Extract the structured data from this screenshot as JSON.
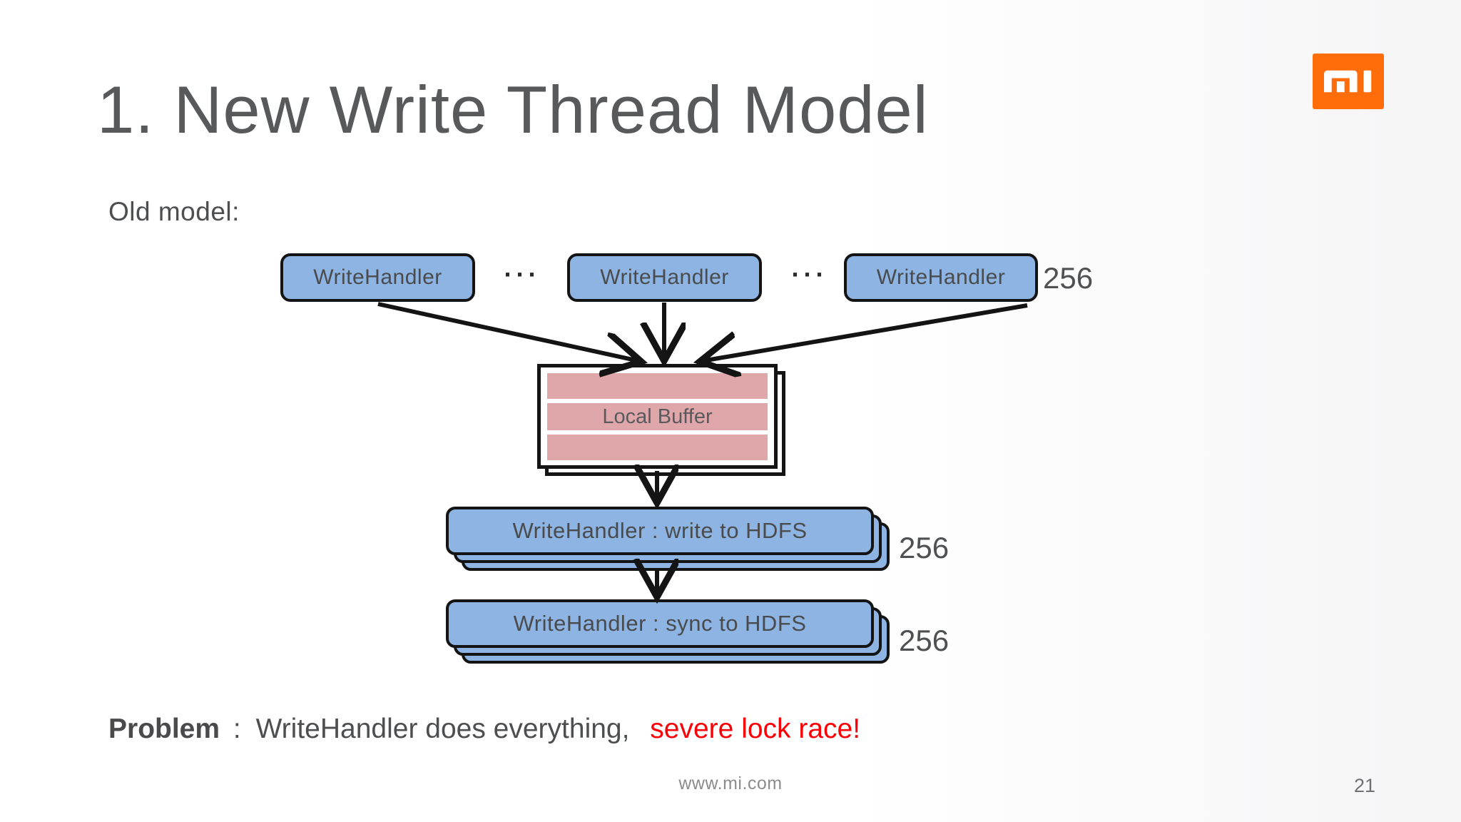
{
  "slide": {
    "title": "1. New Write Thread Model",
    "old_model_label": "Old model:"
  },
  "diagram": {
    "ellipsis": "···",
    "top_handlers": [
      {
        "label": "WriteHandler"
      },
      {
        "label": "WriteHandler"
      },
      {
        "label": "WriteHandler"
      }
    ],
    "top_count": "256",
    "buffer": {
      "label": "Local Buffer"
    },
    "write_stack": {
      "label": "WriteHandler : write to HDFS",
      "count": "256"
    },
    "sync_stack": {
      "label": "WriteHandler : sync to HDFS",
      "count": "256"
    }
  },
  "problem": {
    "keyword": "Problem",
    "separator": ":",
    "body": "WriteHandler does everything,",
    "highlight": "severe lock race!"
  },
  "footer": {
    "url": "www.mi.com",
    "page": "21"
  },
  "logo": {
    "name": "xiaomi-mi-logo",
    "color": "#ff6c0a"
  },
  "colors": {
    "box_fill": "#8db4e2",
    "box_border": "#141414",
    "buffer_stripe": "#dfa7aa",
    "title_text": "#58595b",
    "highlight_red": "#fb0007"
  }
}
